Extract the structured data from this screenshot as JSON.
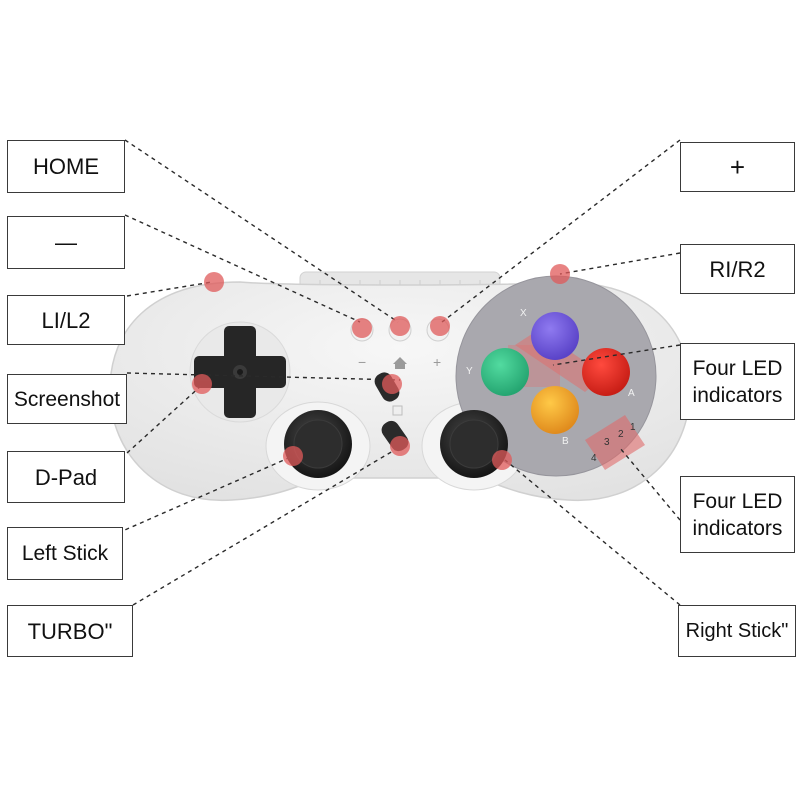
{
  "labels": {
    "home": "HOME",
    "minus": "—",
    "l1l2": "LI/L2",
    "screenshot": "Screenshot",
    "dpad": "D-Pad",
    "left_stick": "Left Stick",
    "turbo": "TURBO\"",
    "plus": "+",
    "r1r2": "RI/R2",
    "led_top": "Four LED indicators",
    "led_bottom": "Four LED indicators",
    "right_stick": "Right Stick\""
  },
  "controller": {
    "face_button_letters": {
      "x": "X",
      "y": "Y",
      "a": "A",
      "b": "B"
    },
    "led_numbers": [
      "1",
      "2",
      "3",
      "4"
    ],
    "center_symbols": {
      "minus": "−",
      "plus": "+"
    }
  },
  "colors": {
    "body": "#efefef",
    "body_shadow": "#dcdcdc",
    "face_panel": "#a7a6ad",
    "button_purple": "#6c55d6",
    "button_red": "#e32a20",
    "button_green": "#33c48a",
    "button_yellow": "#f0b628",
    "stick": "#232323",
    "highlight_red": "#e05a5a",
    "leader": "#2a2a2a"
  }
}
